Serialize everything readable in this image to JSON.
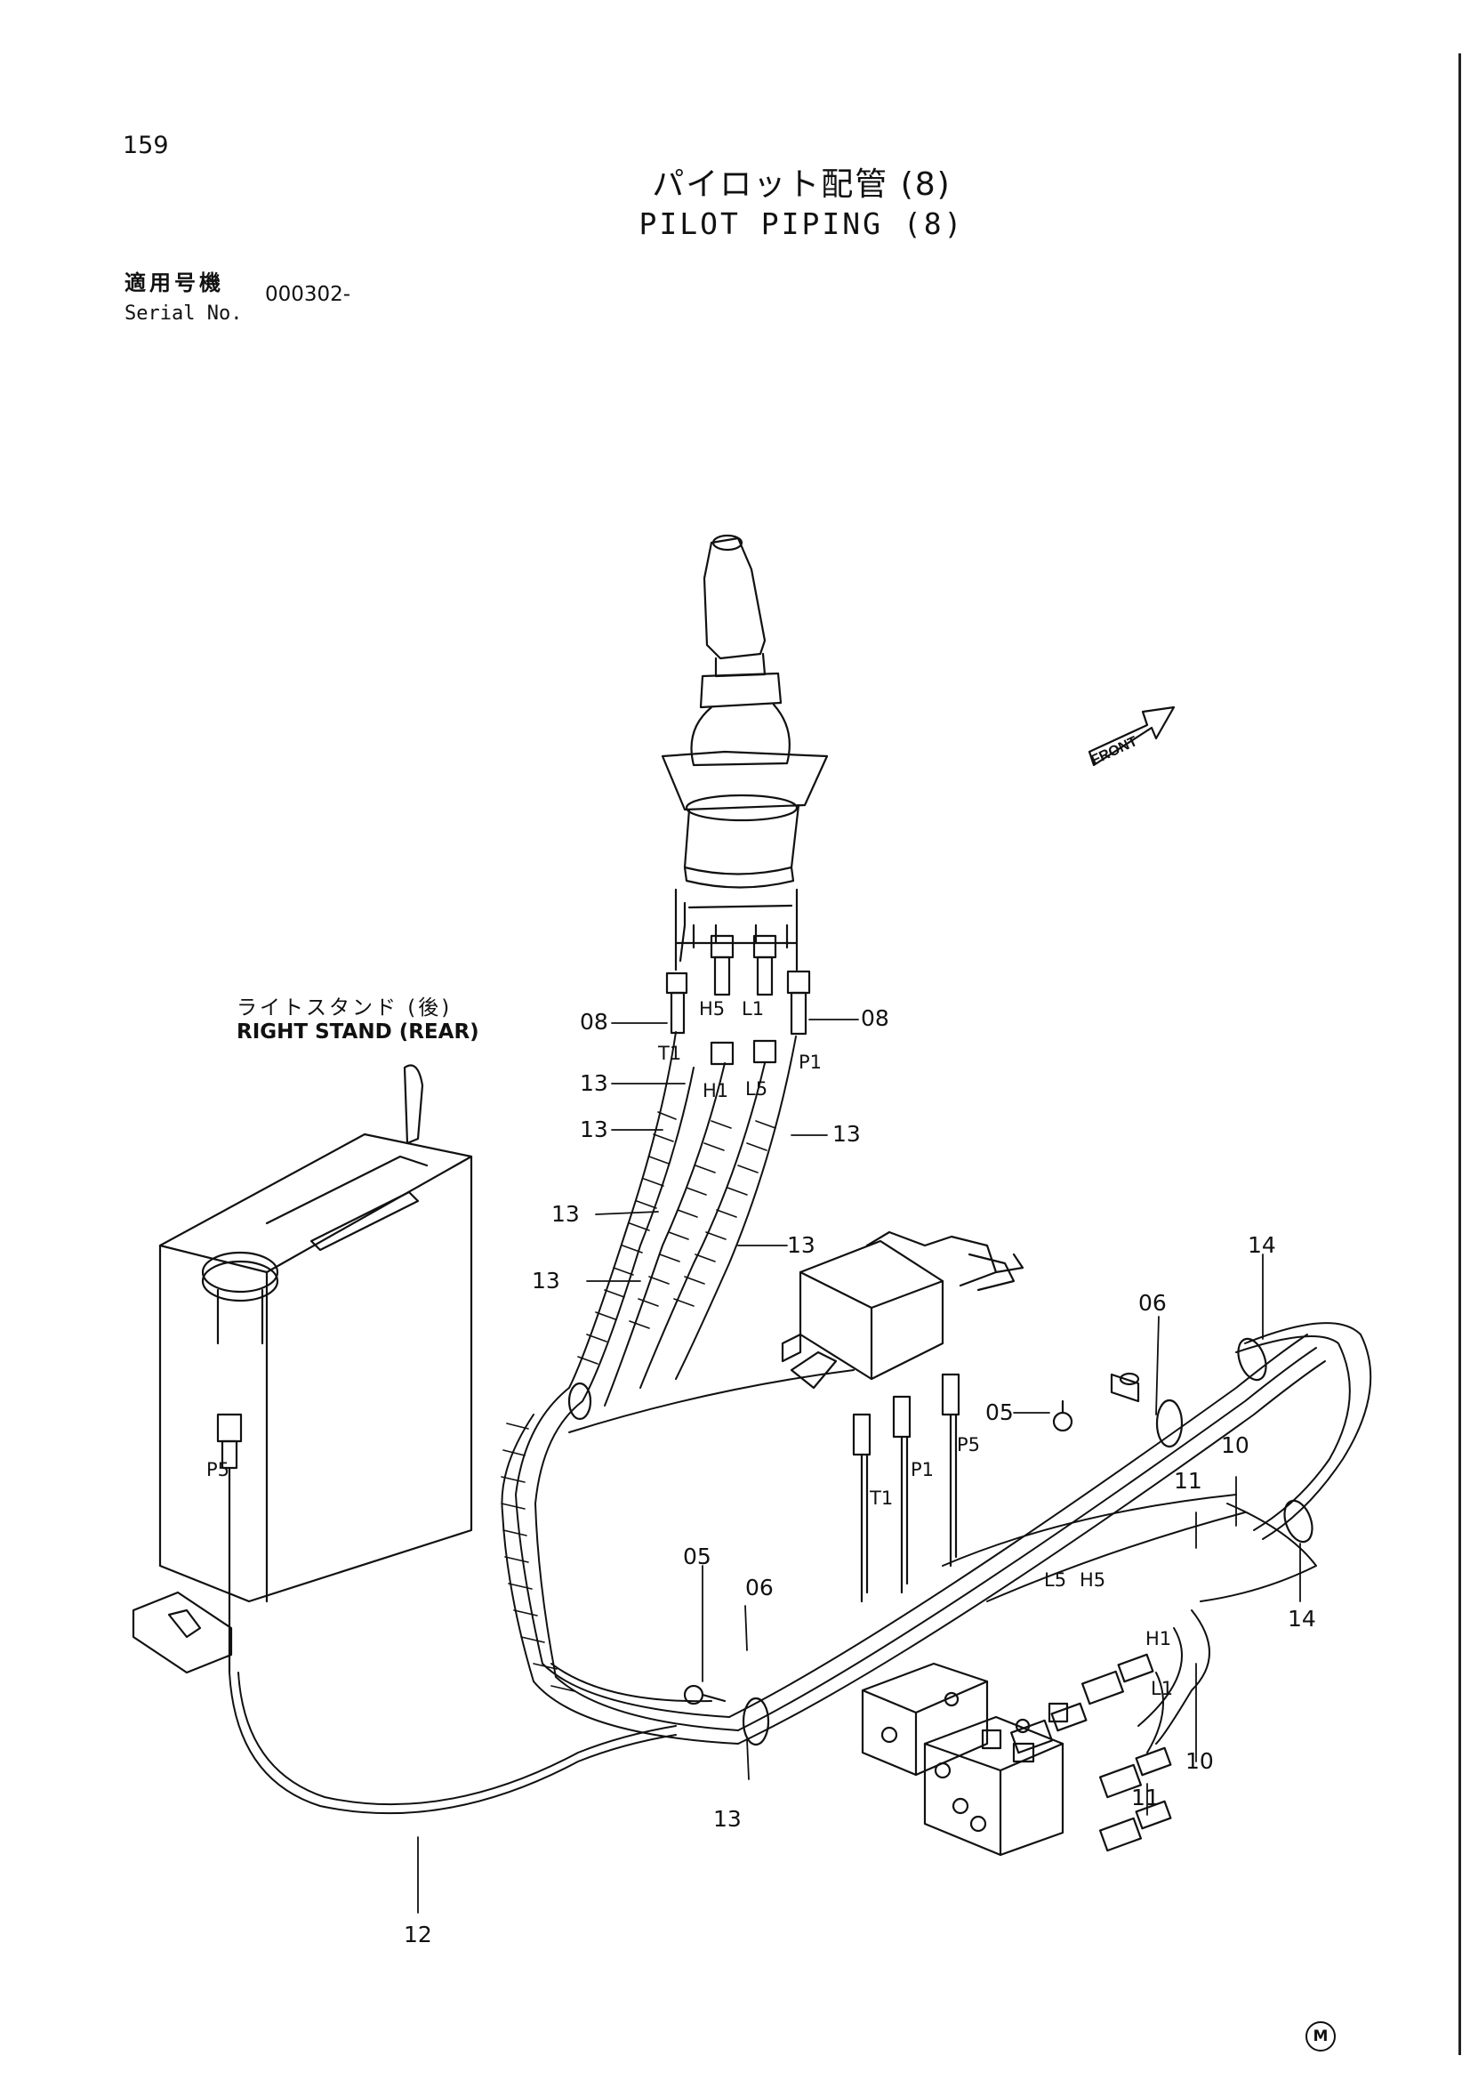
{
  "header": {
    "page_number": "159",
    "title_jp": "パイロット配管 (8)",
    "title_en": "PILOT PIPING (8)",
    "serial_label_jp": "適用号機",
    "serial_label_en": "Serial No.",
    "serial_value": "000302-"
  },
  "annotations": {
    "stand_jp": "ライトスタンド (後)",
    "stand_en": "RIGHT STAND (REAR)",
    "front_arrow": "FRONT",
    "corner_mark": "M"
  },
  "callouts": {
    "c08_left": "08",
    "c08_right": "08",
    "c13_a": "13",
    "c13_b": "13",
    "c13_c": "13",
    "c13_d": "13",
    "c13_e": "13",
    "c13_f": "13",
    "c13_g": "13",
    "c05_top": "05",
    "c05_bottom": "05",
    "c06_top": "06",
    "c06_bottom": "06",
    "c14_top": "14",
    "c14_bottom": "14",
    "c10_top": "10",
    "c10_bottom": "10",
    "c11_top": "11",
    "c11_bottom": "11",
    "c12": "12"
  },
  "port_labels": {
    "t1_top": "T1",
    "h5_top": "H5",
    "l1_top": "L1",
    "h1_mid": "H1",
    "l5_mid": "L5",
    "p1_top": "P1",
    "p5_left": "P5",
    "p5_valve": "P5",
    "p1_valve": "P1",
    "t1_valve": "T1",
    "l5_bottom": "L5",
    "h5_bottom": "H5",
    "h1_bottom": "H1",
    "l1_bottom": "L1"
  }
}
